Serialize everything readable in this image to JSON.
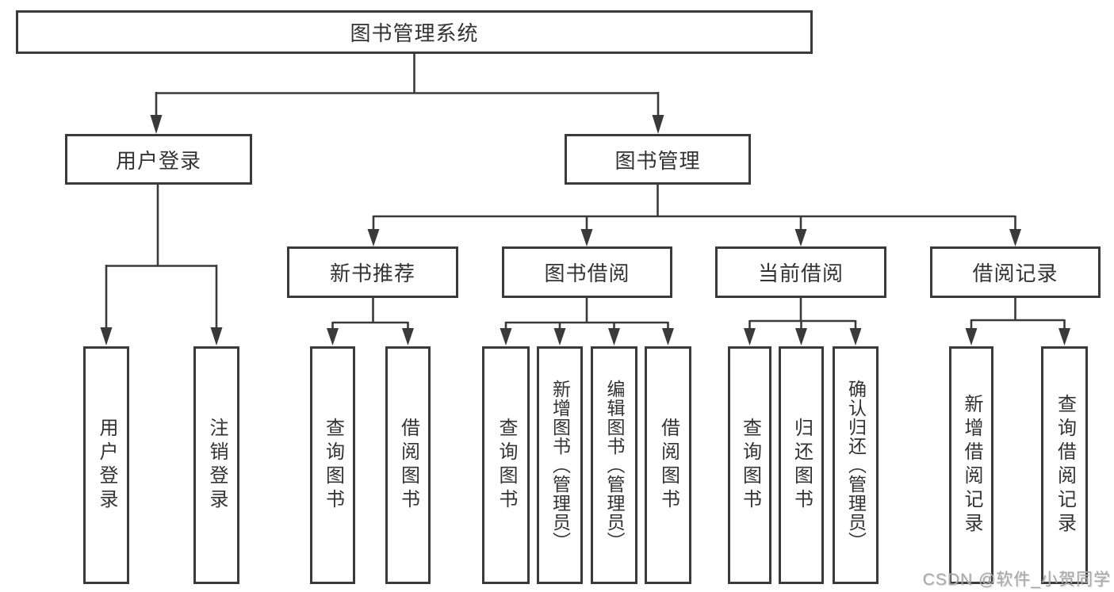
{
  "tree": {
    "root": {
      "label": "图书管理系统"
    },
    "branches": [
      {
        "label": "用户登录",
        "children": [
          {
            "label": "用户登录"
          },
          {
            "label": "注销登录"
          }
        ]
      },
      {
        "label": "图书管理",
        "children": [
          {
            "label": "新书推荐",
            "children": [
              {
                "label": "查询图书"
              },
              {
                "label": "借阅图书"
              }
            ]
          },
          {
            "label": "图书借阅",
            "children": [
              {
                "label": "查询图书"
              },
              {
                "label": "新增图书（管理员）"
              },
              {
                "label": "编辑图书（管理员）"
              },
              {
                "label": "借阅图书"
              }
            ]
          },
          {
            "label": "当前借阅",
            "children": [
              {
                "label": "查询图书"
              },
              {
                "label": "归还图书"
              },
              {
                "label": "确认归还（管理员）"
              }
            ]
          },
          {
            "label": "借阅记录",
            "children": [
              {
                "label": "新增借阅记录"
              },
              {
                "label": "查询借阅记录"
              }
            ]
          }
        ]
      }
    ]
  },
  "watermark": {
    "text": "CSDN @软件_小贺同学"
  },
  "colors": {
    "line": "#3a3a3a",
    "box_border": "#3a3a3a",
    "box_background": "#ffffff",
    "text": "#333333",
    "watermark": "#a8a8a8"
  }
}
